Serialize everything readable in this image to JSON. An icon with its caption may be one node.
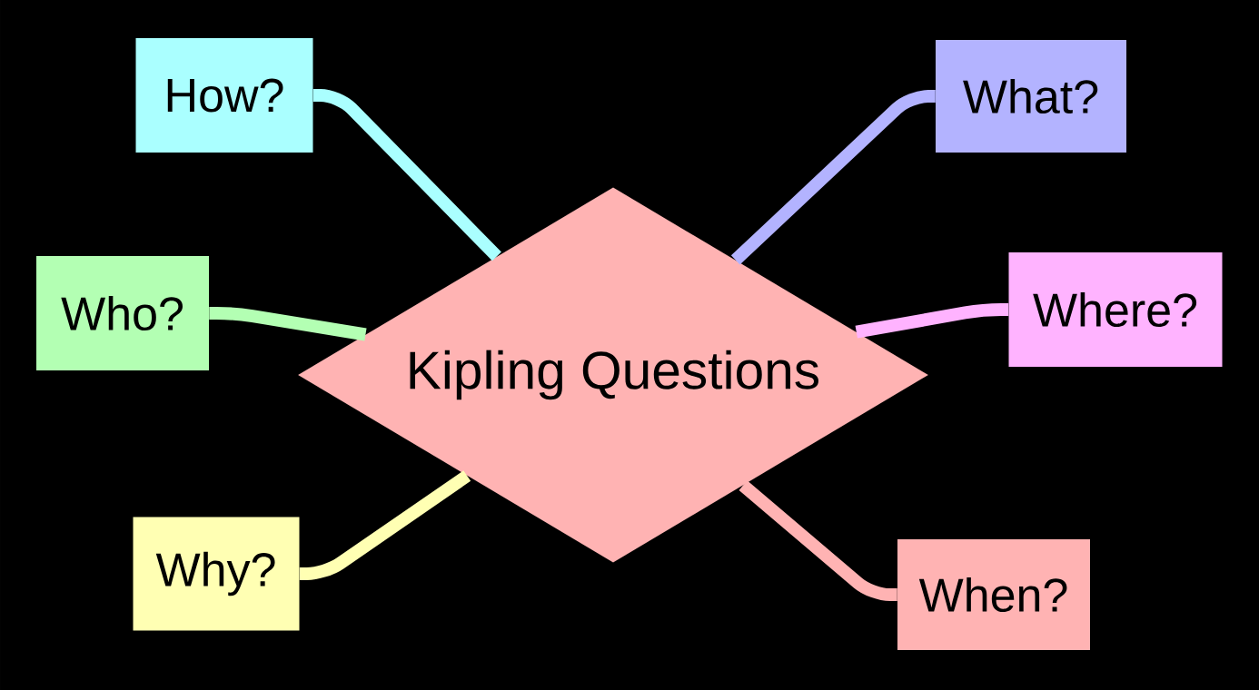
{
  "diagram": {
    "nodes": [
      {
        "text": [
          "How?"
        ]
      },
      {
        "text": [
          "What?"
        ]
      },
      {
        "text": [
          "Who?"
        ]
      },
      {
        "text": [
          "Where?"
        ]
      },
      {
        "text": [
          "Kipling Questions"
        ]
      },
      {
        "text": [
          "Why?"
        ]
      },
      {
        "text": [
          "When?"
        ]
      }
    ],
    "edges": [
      {
        "from": 4,
        "to": 0,
        "arrow": "none",
        "color": "#aaffff"
      },
      {
        "from": 4,
        "to": 1,
        "arrow": "none",
        "color": "#b3b3ff"
      },
      {
        "from": 4,
        "to": 2,
        "arrow": "none",
        "color": "#b3ffb3"
      },
      {
        "from": 4,
        "to": 3,
        "arrow": "none",
        "color": "#ffb3ff"
      },
      {
        "from": 4,
        "to": 5,
        "arrow": "none",
        "color": "#ffffb3"
      },
      {
        "from": 4,
        "to": 6,
        "arrow": "none",
        "color": "#ffb3b3"
      }
    ]
  }
}
